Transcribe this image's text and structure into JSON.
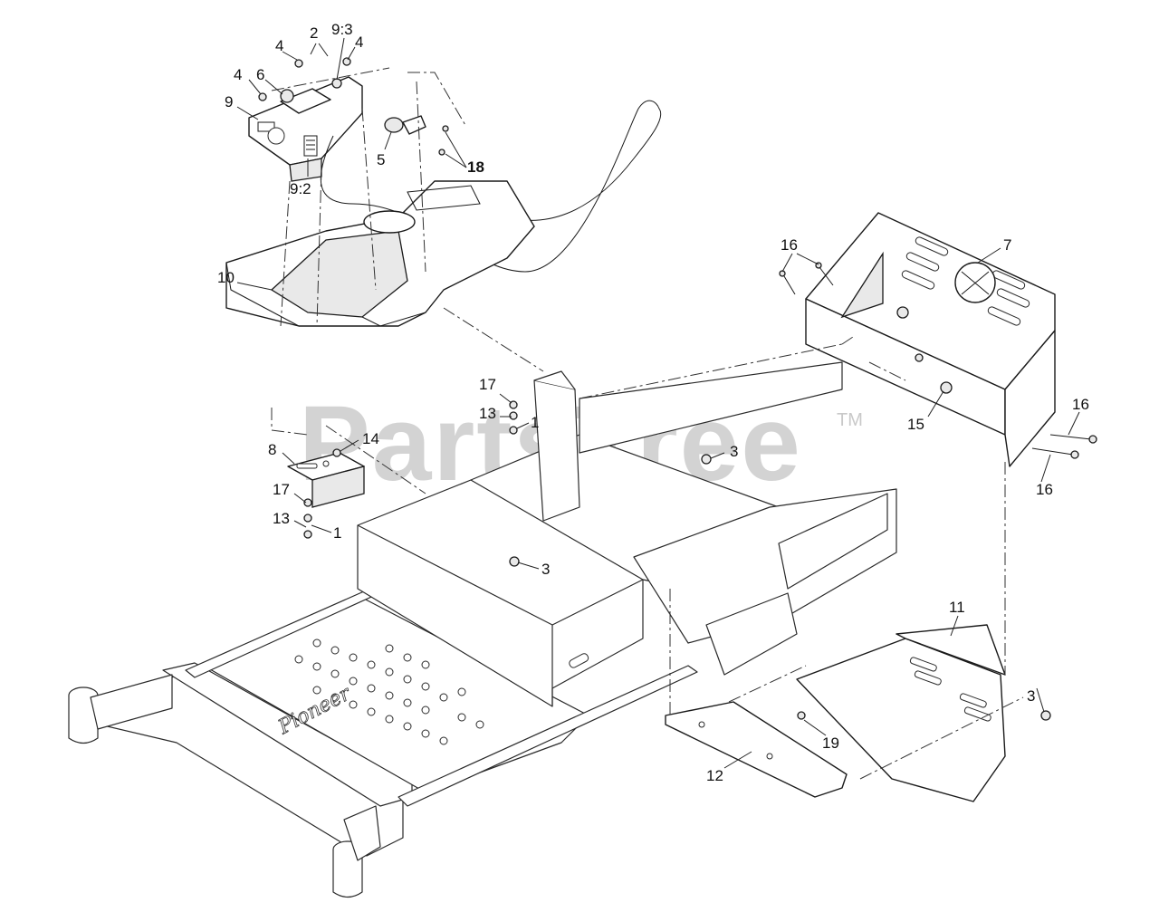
{
  "watermark": {
    "text": "PartsTree",
    "tm": "TM"
  },
  "frame_emboss": "Pioneer",
  "callouts": {
    "c_4a": "4",
    "c_2": "2",
    "c_93": "9:3",
    "c_4b": "4",
    "c_4c": "4",
    "c_6": "6",
    "c_9": "9",
    "c_92": "9:2",
    "c_5": "5",
    "c_18": "18",
    "c_10": "10",
    "c_16a": "16",
    "c_7": "7",
    "c_17a": "17",
    "c_13a": "13",
    "c_1a": "1",
    "c_8": "8",
    "c_14": "14",
    "c_3a": "3",
    "c_17b": "17",
    "c_13b": "13",
    "c_1b": "1",
    "c_3b": "3",
    "c_15": "15",
    "c_16b": "16",
    "c_16c": "16",
    "c_11": "11",
    "c_3c": "3",
    "c_19": "19",
    "c_12": "12"
  },
  "colors": {
    "line": "#1a1a1a",
    "watermark": "#c9c9c9",
    "background": "#ffffff"
  }
}
